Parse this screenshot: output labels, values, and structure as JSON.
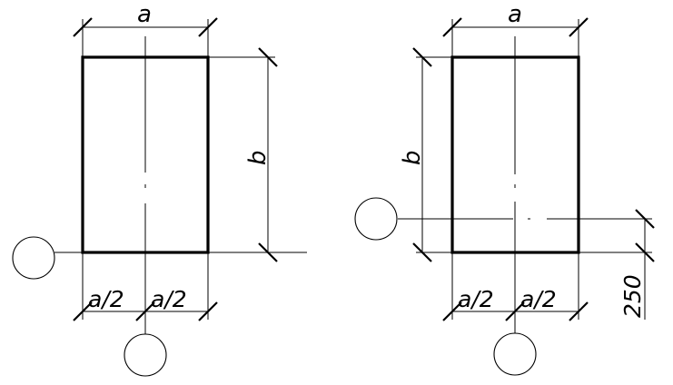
{
  "labels": {
    "left_width": "a",
    "left_height": "b",
    "left_half_1": "a/2",
    "left_half_2": "a/2",
    "right_width": "a",
    "right_height": "b",
    "right_half_1": "a/2",
    "right_half_2": "a/2",
    "right_offset": "250"
  }
}
